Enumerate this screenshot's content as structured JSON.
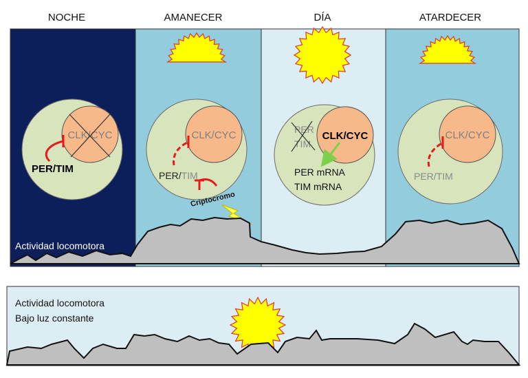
{
  "phases": [
    "NOCHE",
    "AMANECER",
    "DÍA",
    "ATARDECER"
  ],
  "cells": {
    "night": {
      "clock": "CLK/CYC",
      "repressor": "PER/TIM"
    },
    "dawn": {
      "clock": "CLK/CYC",
      "per": "PER/",
      "tim": "TIM",
      "photoreceptor": "Criptocromo"
    },
    "day": {
      "clock": "CLK/CYC",
      "per_crossed": "PER",
      "tim_crossed": "TIM",
      "mrna_per": "PER mRNA",
      "mrna_tim": "TIM mRNA"
    },
    "dusk": {
      "clock": "CLK/CYC",
      "repressor": "PER/TIM"
    }
  },
  "activity_label": "Actividad locomotora",
  "constant_light": {
    "line1": "Actividad locomotora",
    "line2": "Bajo luz constante"
  },
  "colors": {
    "night_bg": "#0d1f5a",
    "sky_bg": "#93cddd",
    "day_bg": "#dcedf4",
    "cell_fill": "#d8e4bc",
    "nucleus_fill": "#f7b98a",
    "repress_red": "#e31b1b",
    "activate_green": "#7cd14a",
    "sun_yellow": "#ffff00",
    "sun_border": "#e4342a",
    "ground_gray": "#bfbfbf"
  }
}
